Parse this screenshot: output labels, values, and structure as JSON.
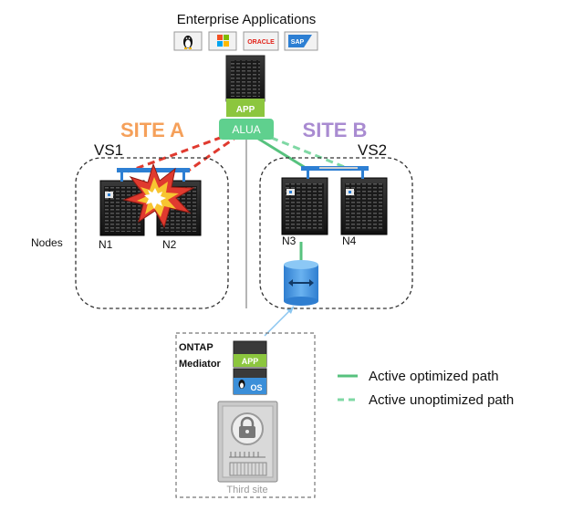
{
  "header": {
    "title": "Enterprise Applications"
  },
  "app_logos": [
    {
      "name": "linux",
      "label": ""
    },
    {
      "name": "windows",
      "label": ""
    },
    {
      "name": "oracle",
      "label": "ORACLE"
    },
    {
      "name": "sap",
      "label": "SAP"
    }
  ],
  "host": {
    "app_label": "APP",
    "alua_label": "ALUA"
  },
  "sites": {
    "a": {
      "title": "SITE A",
      "vs": "VS1",
      "color": "#f5a05a"
    },
    "b": {
      "title": "SITE B",
      "vs": "VS2",
      "color": "#a98bd1"
    }
  },
  "nodes": {
    "label": "Nodes",
    "n1": "N1",
    "n2": "N2",
    "n3": "N3",
    "n4": "N4"
  },
  "mediator": {
    "line1": "ONTAP",
    "line2": "Mediator",
    "app_label": "APP",
    "os_label": "OS",
    "caption": "Third site"
  },
  "legend": {
    "optimized": "Active optimized path",
    "unoptimized": "Active unoptimized path"
  },
  "colors": {
    "optimized": "#57c27e",
    "unoptimized": "#7fd8a4",
    "failed": "#e03a2f",
    "app_green": "#8cc63e",
    "alua": "#5fd08e",
    "sap_blue": "#2d7fd3",
    "disk_blue": "#3b8fd9"
  }
}
